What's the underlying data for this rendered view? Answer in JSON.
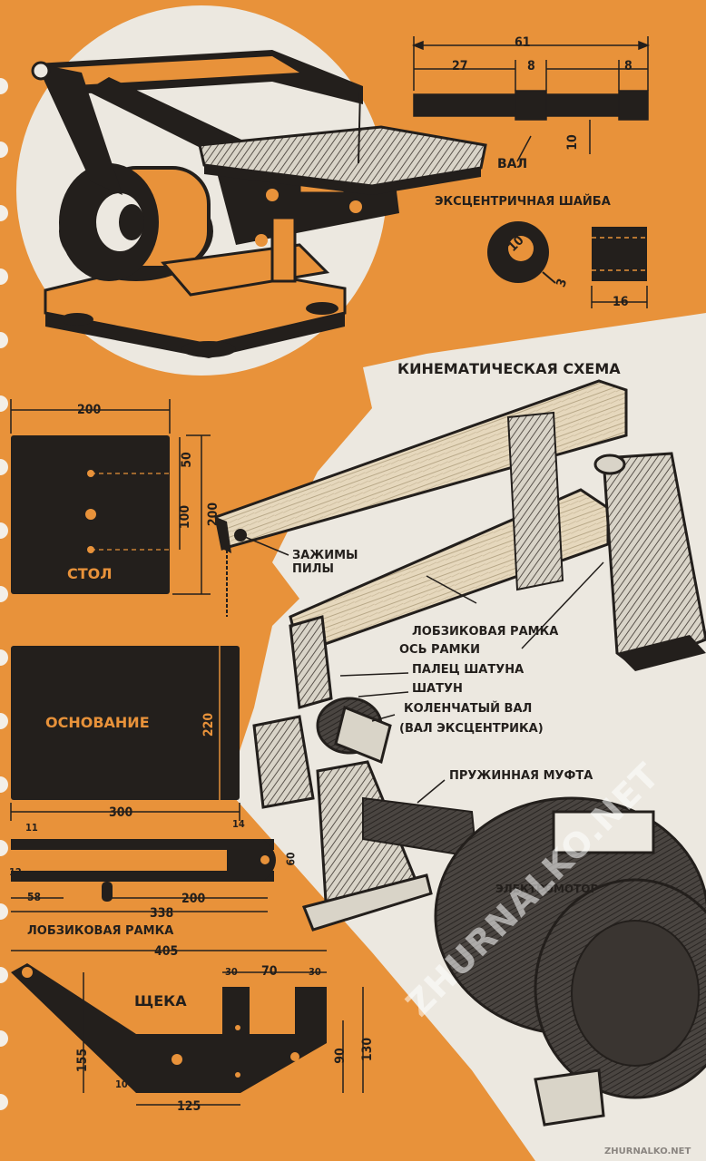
{
  "titles": {
    "kinematic_scheme": "КИНЕМАТИЧЕСКАЯ СХЕМА",
    "shaft": "ВАЛ",
    "eccentric_washer": "ЭКСЦЕНТРИЧНАЯ ШАЙБА",
    "table": "СТОЛ",
    "base": "ОСНОВАНИЕ",
    "jigsaw_frame": "ЛОБЗИКОВАЯ РАМКА",
    "cheek": "ЩЕКА"
  },
  "callouts": {
    "saw_clamps": "ЗАЖИМЫ\nПИЛЫ",
    "jigsaw_frame": "ЛОБЗИКОВАЯ РАМКА",
    "frame_axis": "ОСЬ РАМКИ",
    "conrod_pin": "ПАЛЕЦ ШАТУНА",
    "conrod": "ШАТУН",
    "crankshaft": "КОЛЕНЧАТЫЙ ВАЛ",
    "eccentric_shaft": "(ВАЛ ЭКСЦЕНТРИКА)",
    "spring_coupling": "ПРУЖИННАЯ МУФТА",
    "motor": "ЭЛЕКТРОМОТОР"
  },
  "dimensions": {
    "shaft_total": "61",
    "shaft_a": "27",
    "shaft_b": "8",
    "shaft_c": "8",
    "shaft_dia": "10",
    "washer_hole": "10",
    "washer_ecc": "3",
    "washer_width": "16",
    "table_width": "200",
    "table_height": "200",
    "table_top": "50",
    "table_holes": "100",
    "base_width": "300",
    "base_height": "220",
    "frame_a": "11",
    "frame_b": "14",
    "frame_c": "12",
    "frame_d": "60",
    "frame_e": "58",
    "frame_f": "200",
    "frame_length": "338",
    "cheek_length": "405",
    "cheek_a": "30",
    "cheek_b": "70",
    "cheek_c": "30",
    "cheek_h1": "155",
    "cheek_h2": "90",
    "cheek_h3": "130",
    "cheek_foot": "10",
    "cheek_base": "125"
  },
  "watermark": {
    "main": "ZHURNALKO.NET",
    "footer": "ZHURNALKO.NET"
  },
  "colors": {
    "background": "#e8923a",
    "ink": "#231f1c",
    "paper": "#ece8e0"
  }
}
